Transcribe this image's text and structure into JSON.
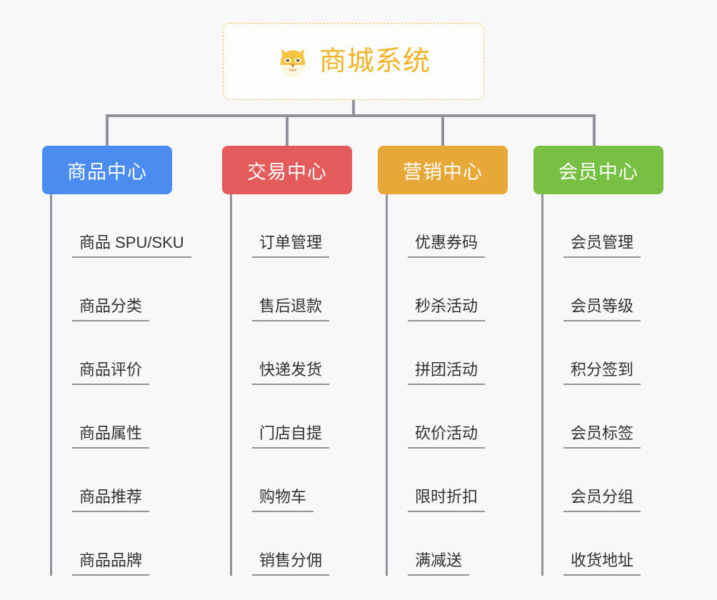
{
  "page": {
    "background_color": "#f8f8f8",
    "diagram_type": "mind-map-tree"
  },
  "root": {
    "title": "商城系统",
    "icon": "dog-face-icon",
    "text_color": "#f0b429",
    "border_color": "#f0c36d",
    "background_color": "#fdfdfb"
  },
  "connector": {
    "color": "#909399"
  },
  "branches": [
    {
      "label": "商品中心",
      "color": "#4a8cf0",
      "items": [
        {
          "label": "商品 SPU/SKU"
        },
        {
          "label": "商品分类"
        },
        {
          "label": "商品评价"
        },
        {
          "label": "商品属性"
        },
        {
          "label": "商品推荐"
        },
        {
          "label": "商品品牌"
        }
      ]
    },
    {
      "label": "交易中心",
      "color": "#e35b5b",
      "items": [
        {
          "label": "订单管理"
        },
        {
          "label": "售后退款"
        },
        {
          "label": "快递发货"
        },
        {
          "label": "门店自提"
        },
        {
          "label": "购物车"
        },
        {
          "label": "销售分佣"
        }
      ]
    },
    {
      "label": "营销中心",
      "color": "#e8a838",
      "items": [
        {
          "label": "优惠券码"
        },
        {
          "label": "秒杀活动"
        },
        {
          "label": "拼团活动"
        },
        {
          "label": "砍价活动"
        },
        {
          "label": "限时折扣"
        },
        {
          "label": "满减送"
        }
      ]
    },
    {
      "label": "会员中心",
      "color": "#78c043",
      "items": [
        {
          "label": "会员管理"
        },
        {
          "label": "会员等级"
        },
        {
          "label": "积分签到"
        },
        {
          "label": "会员标签"
        },
        {
          "label": "会员分组"
        },
        {
          "label": "收货地址"
        }
      ]
    }
  ]
}
